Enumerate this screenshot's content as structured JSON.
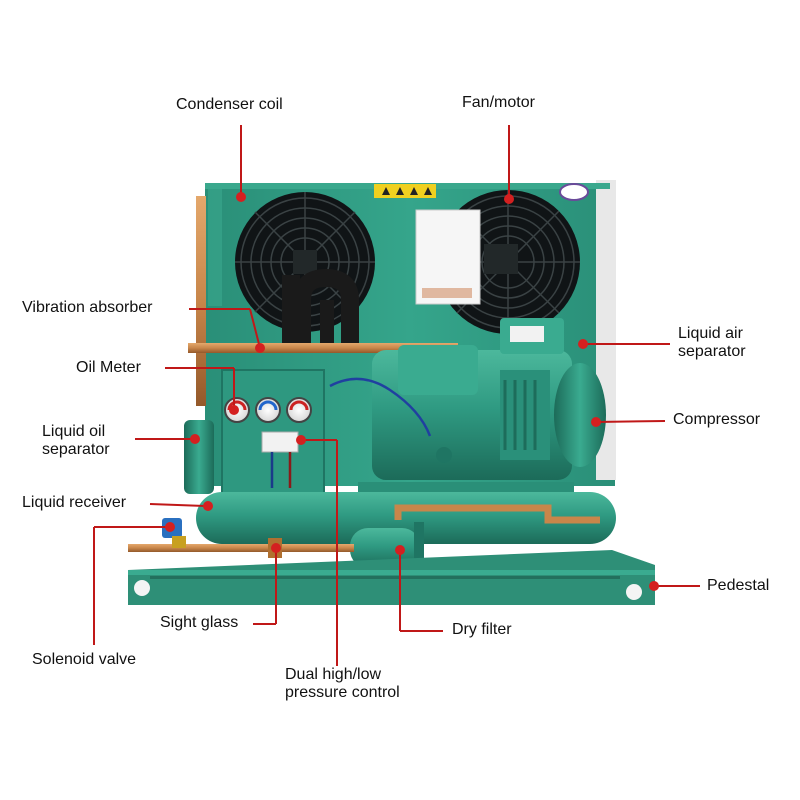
{
  "colors": {
    "unit_green": "#2f9a82",
    "unit_green_dark": "#1f7563",
    "pedestal_green": "#2e8f77",
    "fan_black": "#161a1c",
    "copper": "#c8864a",
    "leader_red": "#c01818",
    "dot_red": "#d42020",
    "text": "#111111"
  },
  "callouts": {
    "condenser_coil": "Condenser coil",
    "fan_motor": "Fan/motor",
    "vibration_absorber": "Vibration absorber",
    "oil_meter": "Oil Meter",
    "liquid_oil_separator": "Liquid oil separator",
    "liquid_receiver": "Liquid receiver",
    "solenoid_valve": "Solenoid valve",
    "sight_glass": "Sight glass",
    "dual_pressure_control": "Dual high/low pressure control",
    "dry_filter": "Dry filter",
    "pedestal": "Pedestal",
    "compressor": "Compressor",
    "liquid_air_separator": "Liquid air separator"
  },
  "icons": [
    "warning-label-icon",
    "fan-grille-icon",
    "pressure-gauge-icon"
  ]
}
